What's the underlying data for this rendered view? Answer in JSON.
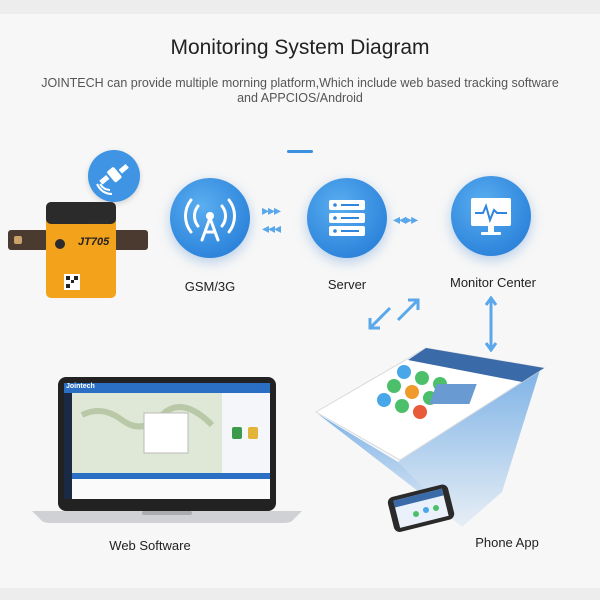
{
  "diagram": {
    "title": "Monitoring System Diagram",
    "subtitle": "JOINTECH can provide multiple morning platform,Which include web based tracking software and APPCIOS/Android",
    "nodes": {
      "gsm": "GSM/3G",
      "server": "Server",
      "monitor": "Monitor Center",
      "web": "Web Software",
      "phone": "Phone App"
    },
    "device": {
      "brand": "Jointech",
      "model": "JT705"
    },
    "laptop_app": {
      "brand": "Jointech"
    },
    "colors": {
      "accent": "#2f86dc",
      "device": "#f2a21b",
      "background": "#f7f7f7"
    }
  }
}
